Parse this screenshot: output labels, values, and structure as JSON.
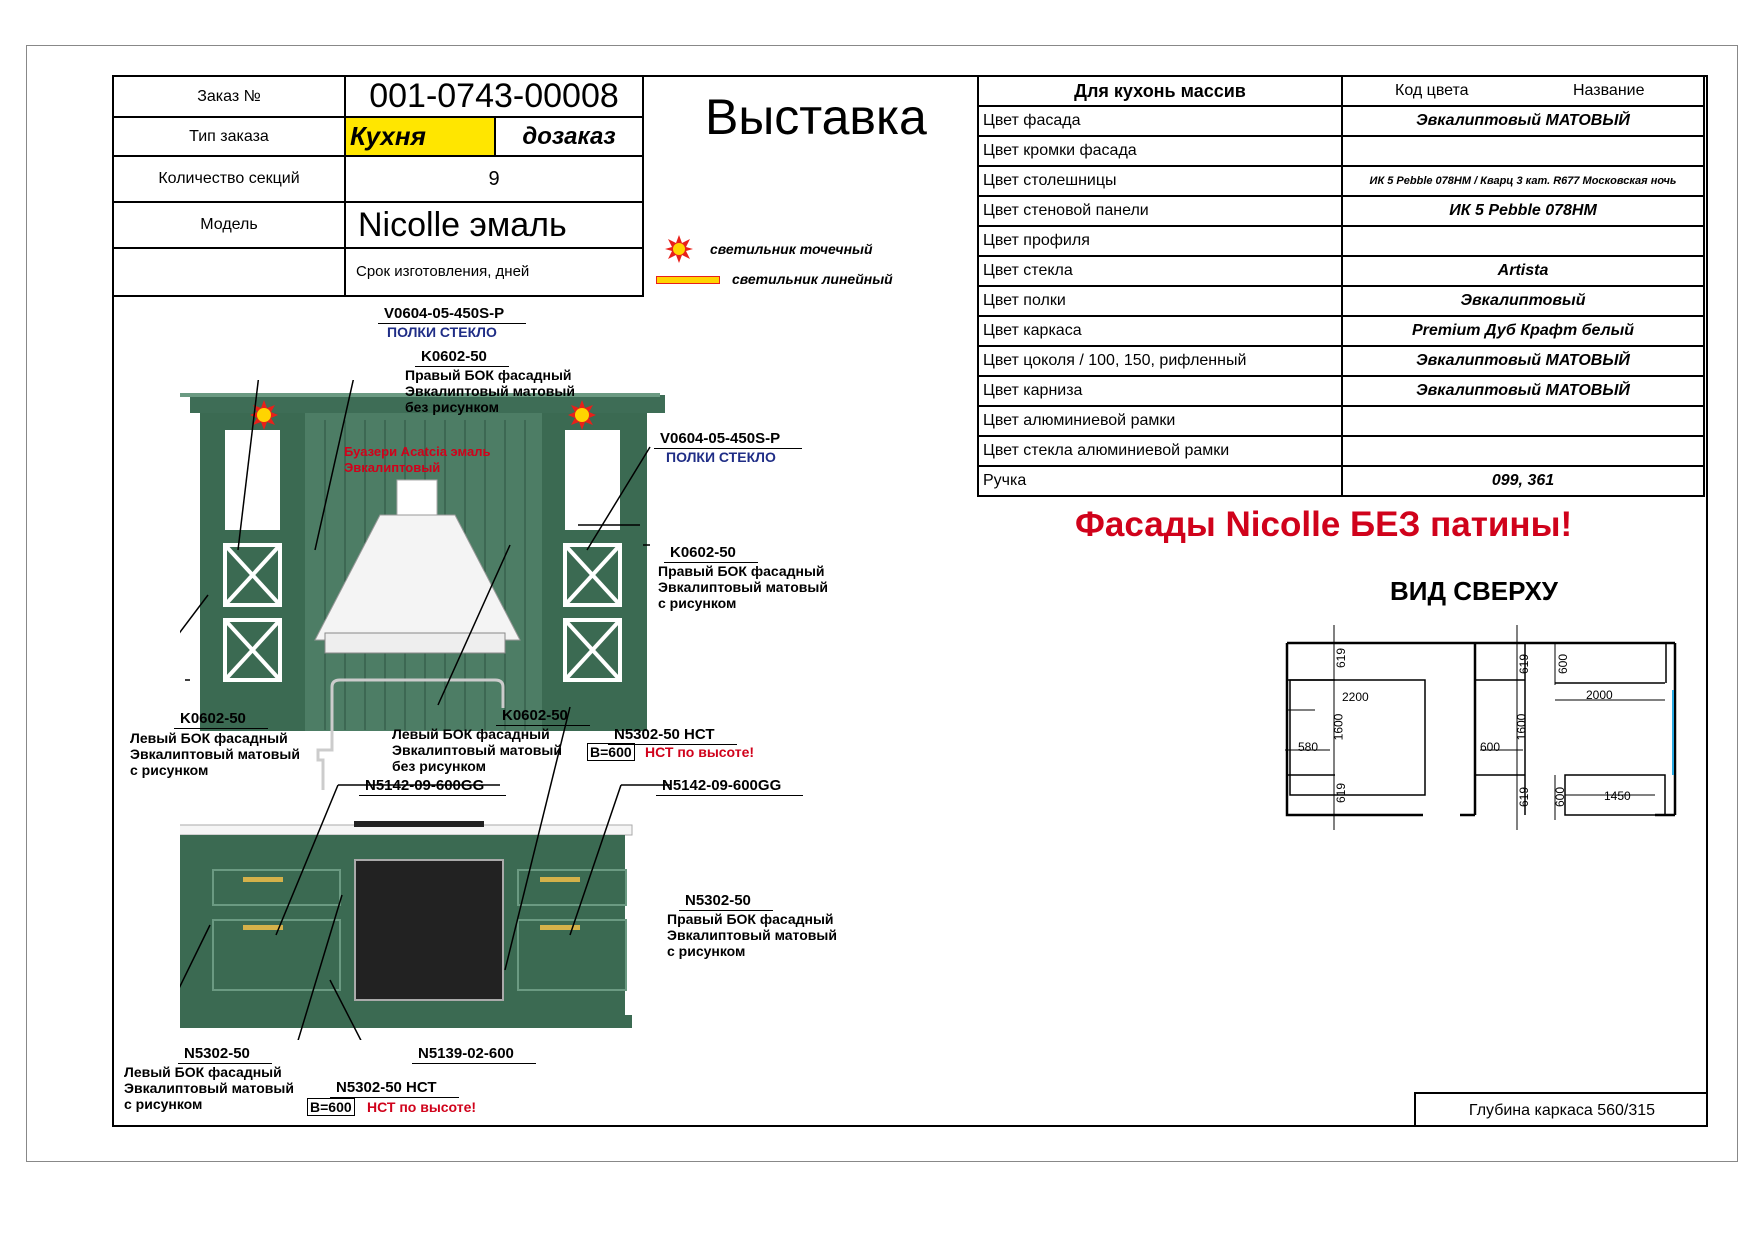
{
  "order": {
    "order_no_label": "Заказ №",
    "order_no": "001-0743-00008",
    "type_label": "Тип заказа",
    "type_value": "Кухня",
    "type_extra": "дозаказ",
    "sections_label": "Количество секций",
    "sections_value": "9",
    "model_label": "Модель",
    "model_value": "Nicolle эмаль",
    "term_label": "Срок изготовления, дней"
  },
  "title": "Выставка",
  "legend": {
    "spot": "светильник точечный",
    "linear": "светильник линейный"
  },
  "colors": {
    "header": "Для кухонь массив",
    "code_header": "Код цвета",
    "name_header": "Название",
    "rows": [
      {
        "label": "Цвет фасада",
        "value": "Эвкалиптовый МАТОВЫЙ"
      },
      {
        "label": "Цвет кромки фасада",
        "value": ""
      },
      {
        "label": "Цвет столешницы",
        "value": "ИК 5 Pebble 078HM / Кварц 3 кат. R677 Московская ночь"
      },
      {
        "label": "Цвет стеновой панели",
        "value": "ИК 5 Pebble 078HM"
      },
      {
        "label": "Цвет профиля",
        "value": ""
      },
      {
        "label": "Цвет стекла",
        "value": "Artista"
      },
      {
        "label": "Цвет полки",
        "value": "Эвкалиптовый"
      },
      {
        "label": "Цвет каркаса",
        "value": "Premium Дуб Крафт белый"
      },
      {
        "label": "Цвет цоколя / 100, 150, рифленный",
        "value": "Эвкалиптовый МАТОВЫЙ"
      },
      {
        "label": "Цвет карниза",
        "value": "Эвкалиптовый МАТОВЫЙ"
      },
      {
        "label": "Цвет алюминиевой рамки",
        "value": ""
      },
      {
        "label": "Цвет стекла алюминиевой рамки",
        "value": ""
      },
      {
        "label": "Ручка",
        "value": "099, 361"
      }
    ]
  },
  "notice": "Фасады Nicolle БЕЗ патины!",
  "top_view": {
    "title": "ВИД СВЕРХУ",
    "dims": [
      "619",
      "2200",
      "580",
      "1600",
      "619",
      "619",
      "600",
      "2000",
      "600",
      "1600",
      "619",
      "600",
      "1450"
    ]
  },
  "depth_note": "Глубина каркаса 560/315",
  "annotations": {
    "a1_code": "V0604-05-450S-P",
    "a1_text": "ПОЛКИ СТЕКЛО",
    "a2_code": "K0602-50",
    "a2_text": [
      "Правый БОК фасадный",
      "Эвкалиптовый матовый",
      "без рисунком"
    ],
    "a3_text": [
      "Буазери Acatcia эмаль",
      "Эвкалиптовый"
    ],
    "a4_code": "V0604-05-450S-P",
    "a4_text": "ПОЛКИ СТЕКЛО",
    "a5_code": "K0602-50",
    "a5_text": [
      "Правый БОК фасадный",
      "Эвкалиптовый матовый",
      "с рисунком"
    ],
    "a6_code": "K0602-50",
    "a6_text": [
      "Левый БОК фасадный",
      "Эвкалиптовый матовый",
      "с рисунком"
    ],
    "a7_code": "K0602-50",
    "a7_text": [
      "Левый БОК фасадный",
      "Эвкалиптовый матовый",
      "без рисунком"
    ],
    "a8_code": "N5302-50 НСТ",
    "a8_b": "B=600",
    "a8_red": "НСТ по высоте!",
    "a9_code": "N5142-09-600GG",
    "a10_code": "N5142-09-600GG",
    "a11_code": "N5302-50",
    "a11_text": [
      "Правый БОК фасадный",
      "Эвкалиптовый матовый",
      "с рисунком"
    ],
    "a12_code": "N5302-50",
    "a12_text": [
      "Левый БОК фасадный",
      "Эвкалиптовый матовый",
      "с рисунком"
    ],
    "a13_code": "N5139-02-600",
    "a14_code": "N5302-50 НСТ",
    "a14_b": "B=600",
    "a14_red": "НСТ по высоте!"
  }
}
